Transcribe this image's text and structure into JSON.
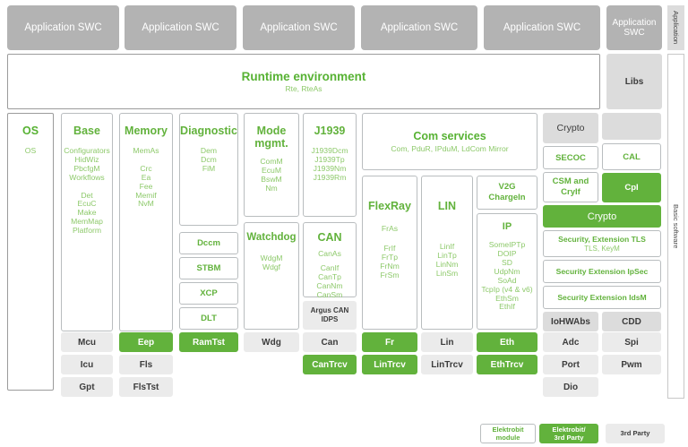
{
  "meta": {
    "title": "AUTOSAR Basic Software Architecture",
    "colors": {
      "green": "#62b23c",
      "green_text": "#62b23c",
      "green_light_text": "#8dc96a",
      "grey_box": "#ebebeb",
      "grey_box_dark": "#dcdcdc",
      "swc_grey": "#b3b3b3",
      "border": "#b9bdbf"
    }
  },
  "application_layer": {
    "vertical_label": "Application",
    "swc_boxes": [
      {
        "label": "Application SWC"
      },
      {
        "label": "Application SWC"
      },
      {
        "label": "Application SWC"
      },
      {
        "label": "Application SWC"
      },
      {
        "label": "Application SWC"
      },
      {
        "label": "Application SWC"
      }
    ]
  },
  "rte": {
    "title": "Runtime environment",
    "subtitle": "Rte, RteAs",
    "libs_label": "Libs"
  },
  "basic_software": {
    "vertical_label": "Basic software"
  },
  "os_column": {
    "title": "OS",
    "items": "OS"
  },
  "base_column": {
    "title": "Base",
    "group1": "Configurators\nHidWiz\nPbcfgM\nWorkflows",
    "group2": "Det\nEcuC\nMake\nMemMap\nPlatform"
  },
  "memory_column": {
    "title": "Memory",
    "group1": "MemAs",
    "group2": "Crc\nEa\nFee\nMemif\nNvM"
  },
  "diagnostic_column": {
    "title": "Diagnostic",
    "items": "Dem\nDcm\nFiM",
    "stack": [
      {
        "label": "Dccm"
      },
      {
        "label": "STBM"
      },
      {
        "label": "XCP"
      },
      {
        "label": "DLT"
      }
    ]
  },
  "mode_mgmt": {
    "title": "Mode\nmgmt.",
    "items": "ComM\nEcuM\nBswM\nNm"
  },
  "watchdog": {
    "title": "Watchdog",
    "items": "WdgM\nWdgf"
  },
  "j1939": {
    "title": "J1939",
    "items": "J1939Dcm\nJ1939Tp\nJ1939Nm\nJ1939Rm"
  },
  "can": {
    "title": "CAN",
    "group1": "CanAs",
    "group2": "CanIf\nCanTp\nCanNm\nCanSm",
    "argus": "Argus CAN\nIDPS"
  },
  "com_services": {
    "title": "Com services",
    "subtitle": "Com, PduR, IPduM, LdCom Mirror"
  },
  "flexray": {
    "title": "FlexRay",
    "group1": "FrAs",
    "group2": "FrIf\nFrTp\nFrNm\nFrSm"
  },
  "lin": {
    "title": "LIN",
    "items": "LinIf\nLinTp\nLinNm\nLinSm"
  },
  "v2g": {
    "title": "V2G\nChargeIn"
  },
  "ip": {
    "title": "IP",
    "items": "SomeIPTp\nDOIP\nSD\nUdpNm\nSoAd\nTcpIp (v4 & v6)\nEthSm\nEthIf"
  },
  "crypto_column": {
    "crypto_top": "Crypto",
    "secoc": "SECOC",
    "csm": "CSM and\nCryIf",
    "cal": "CAL",
    "cpl": "CpI",
    "crypto_green": "Crypto",
    "security_tls_title": "Security, Extension TLS",
    "security_tls_sub": "TLS, KeyM",
    "security_ipsec": "Security Extension IpSec",
    "security_idsm": "Security Extension IdsM",
    "iohwabs": "IoHWAbs",
    "cdd": "CDD"
  },
  "drivers": {
    "col_mcu": [
      {
        "label": "Mcu",
        "kind": "tp"
      },
      {
        "label": "Icu",
        "kind": "tp"
      },
      {
        "label": "Gpt",
        "kind": "tp"
      }
    ],
    "col_mem": [
      {
        "label": "Eep",
        "kind": "ebg"
      },
      {
        "label": "Fls",
        "kind": "tp"
      },
      {
        "label": "FlsTst",
        "kind": "tp"
      }
    ],
    "col_diag": [
      {
        "label": "RamTst",
        "kind": "ebg"
      }
    ],
    "col_wdg": [
      {
        "label": "Wdg",
        "kind": "tp"
      }
    ],
    "col_can": [
      {
        "label": "Can",
        "kind": "tp"
      },
      {
        "label": "CanTrcv",
        "kind": "ebg"
      }
    ],
    "col_fr": [
      {
        "label": "Fr",
        "kind": "ebg"
      },
      {
        "label": "LinTrcv",
        "kind": "ebg"
      }
    ],
    "col_lin": [
      {
        "label": "Lin",
        "kind": "tp"
      },
      {
        "label": "LinTrcv",
        "kind": "tp"
      }
    ],
    "col_eth": [
      {
        "label": "Eth",
        "kind": "ebg"
      },
      {
        "label": "EthTrcv",
        "kind": "ebg"
      }
    ],
    "col_adc": [
      {
        "label": "Adc",
        "kind": "tp"
      },
      {
        "label": "Port",
        "kind": "tp"
      },
      {
        "label": "Dio",
        "kind": "tp"
      }
    ],
    "col_spi": [
      {
        "label": "Spi",
        "kind": "tp"
      },
      {
        "label": "Pwm",
        "kind": "tp"
      }
    ]
  },
  "legend": [
    {
      "label": "Elektrobit\nmodule",
      "kind": "eb"
    },
    {
      "label": "Elektrobit/\n3rd Party",
      "kind": "ebg"
    },
    {
      "label": "3rd Party",
      "kind": "tp"
    }
  ]
}
